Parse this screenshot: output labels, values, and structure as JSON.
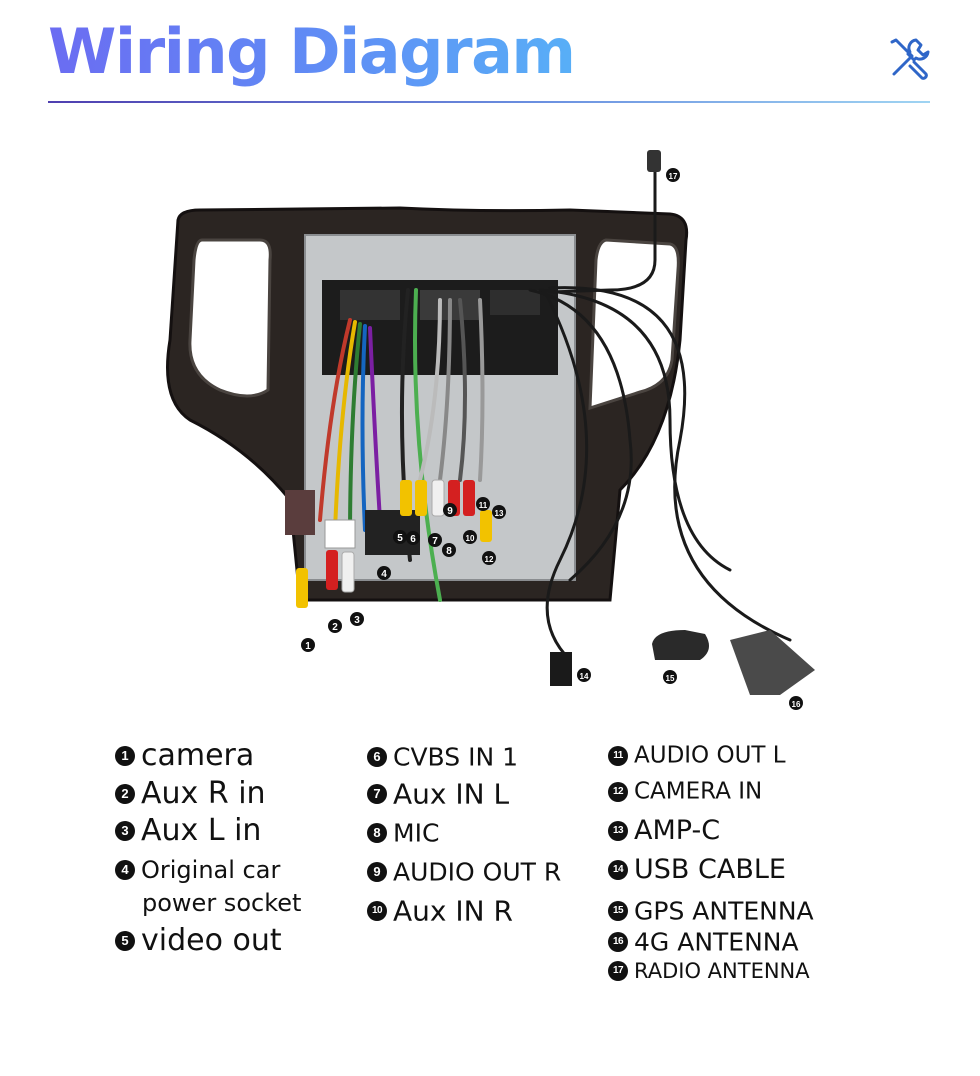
{
  "title": "Wiring Diagram",
  "icon": "tools-icon",
  "callouts": [
    "1",
    "2",
    "3",
    "4",
    "5",
    "6",
    "7",
    "8",
    "9",
    "10",
    "11",
    "12",
    "13",
    "14",
    "15",
    "16",
    "17"
  ],
  "legend": {
    "col1": [
      {
        "num": "1",
        "label": "camera"
      },
      {
        "num": "2",
        "label": "Aux R in"
      },
      {
        "num": "3",
        "label": "Aux L in"
      },
      {
        "num": "4",
        "label": "Original car",
        "label2": "power socket"
      },
      {
        "num": "5",
        "label": "video out"
      }
    ],
    "col2": [
      {
        "num": "6",
        "label": "CVBS IN 1"
      },
      {
        "num": "7",
        "label": "Aux IN L"
      },
      {
        "num": "8",
        "label": "MIC"
      },
      {
        "num": "9",
        "label": "AUDIO OUT R"
      },
      {
        "num": "10",
        "label": "Aux IN R"
      }
    ],
    "col3": [
      {
        "num": "11",
        "label": "AUDIO OUT L"
      },
      {
        "num": "12",
        "label": "CAMERA IN"
      },
      {
        "num": "13",
        "label": "AMP-C"
      },
      {
        "num": "14",
        "label": "USB CABLE"
      },
      {
        "num": "15",
        "label": "GPS ANTENNA"
      },
      {
        "num": "16",
        "label": "4G ANTENNA"
      },
      {
        "num": "17",
        "label": "RADIO ANTENNA"
      }
    ]
  },
  "colors": {
    "title_start": "#6b6cf2",
    "title_end": "#58aff7",
    "icon": "#3b6fd8",
    "rca_yellow": "#f2c200",
    "rca_red": "#d42020",
    "rca_white": "#f0f0f0"
  }
}
